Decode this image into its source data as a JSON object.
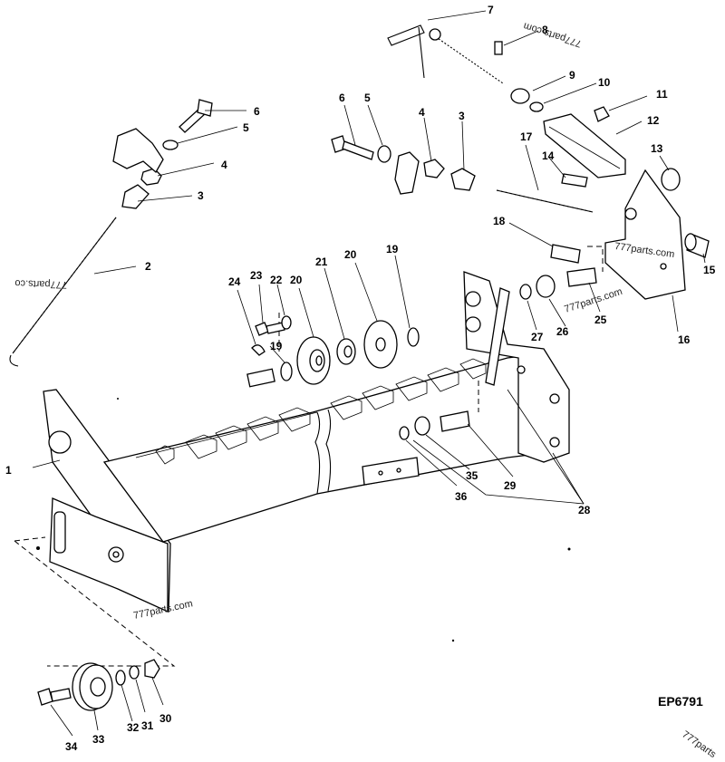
{
  "diagram": {
    "code": "EP6791",
    "watermarks": [
      "777parts.com",
      "777parts.com",
      "777parts.co",
      "777parts.com",
      "777parts.com",
      "777parts"
    ],
    "callouts": [
      "1",
      "2",
      "3",
      "4",
      "5",
      "6",
      "3",
      "4",
      "5",
      "6",
      "7",
      "8",
      "9",
      "10",
      "11",
      "12",
      "13",
      "14",
      "15",
      "16",
      "17",
      "18",
      "19",
      "19",
      "20",
      "20",
      "21",
      "22",
      "23",
      "24",
      "25",
      "26",
      "27",
      "28",
      "29",
      "35",
      "36",
      "30",
      "31",
      "32",
      "33",
      "34"
    ]
  }
}
